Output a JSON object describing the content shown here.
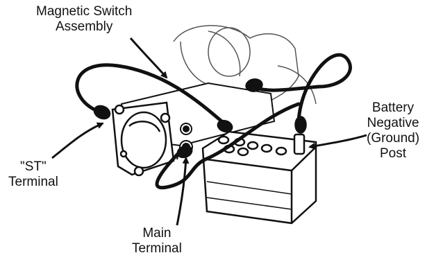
{
  "labels": {
    "magnetic_switch": [
      "Magnetic Switch",
      "Assembly"
    ],
    "st_terminal": [
      "\"ST\"",
      "Terminal"
    ],
    "main_terminal": [
      "Main",
      "Terminal"
    ],
    "battery_negative": [
      "Battery",
      "Negative",
      "(Ground)",
      "Post"
    ]
  },
  "colors": {
    "ink": "#111111",
    "background": "#ffffff"
  }
}
